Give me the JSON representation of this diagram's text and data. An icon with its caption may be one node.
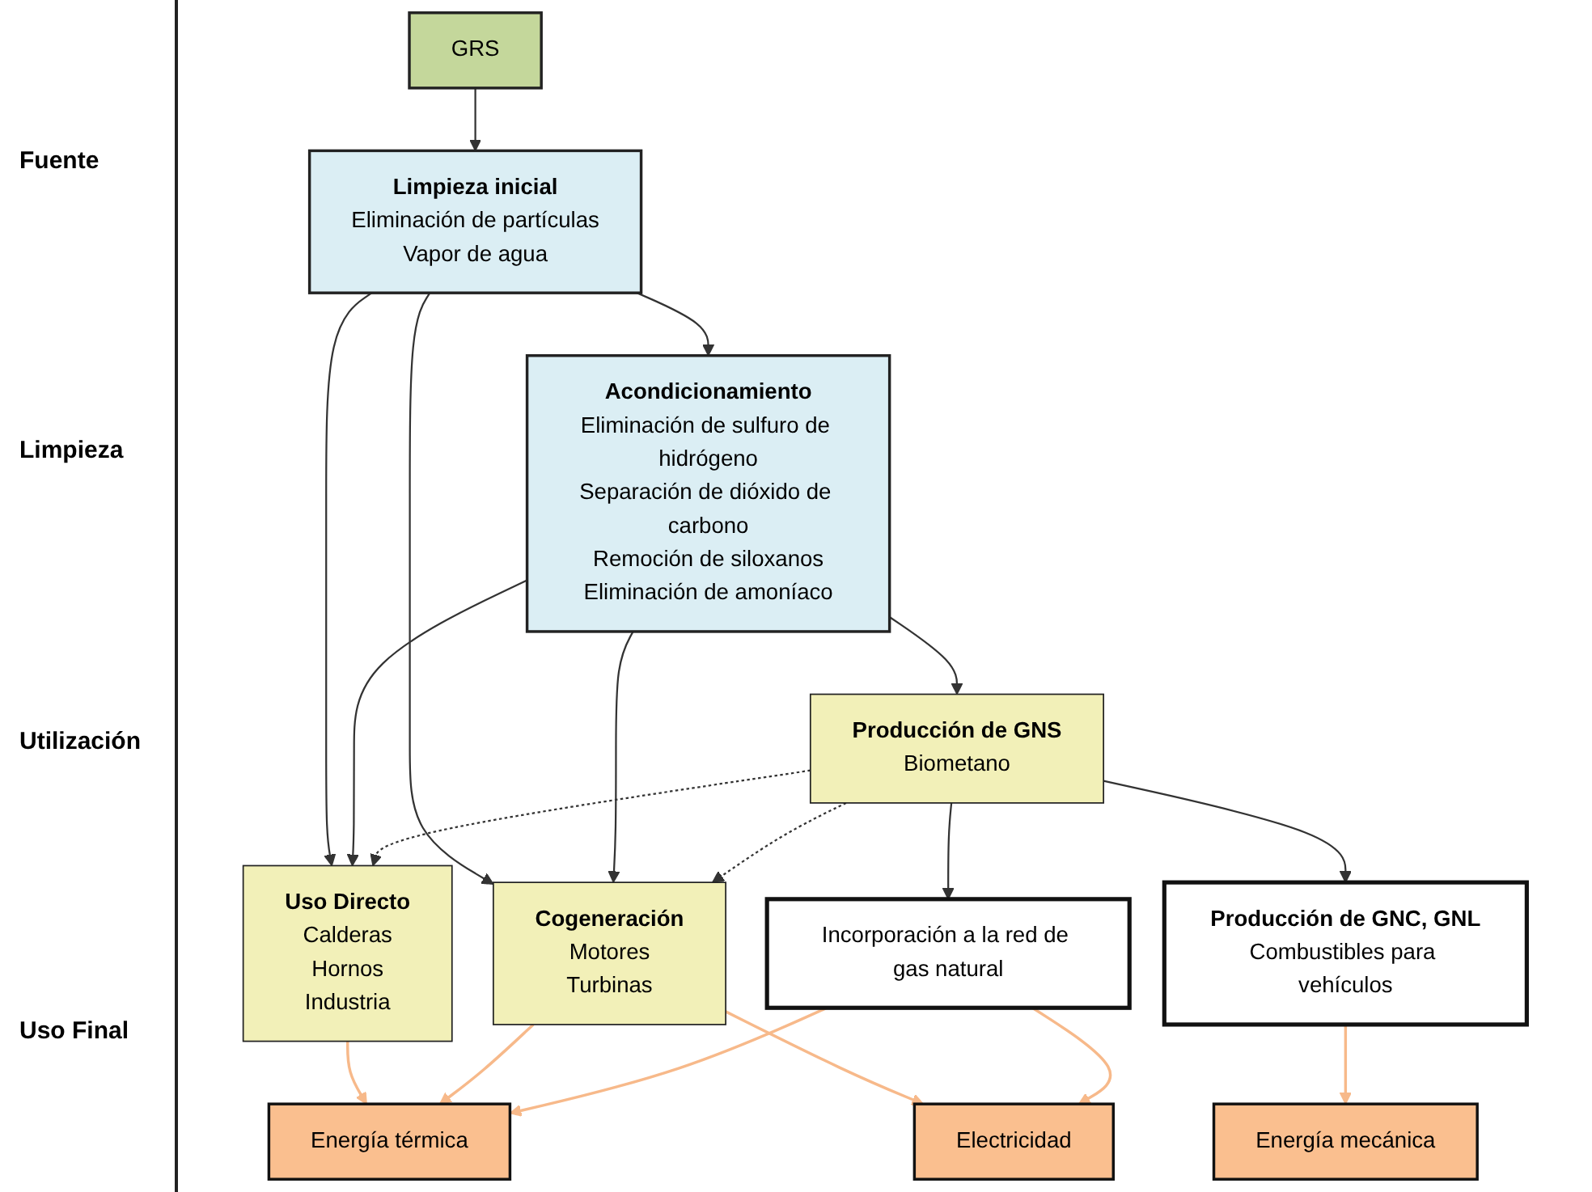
{
  "diagram": {
    "nodes": [
      {
        "text": [
          "GRS"
        ]
      },
      {
        "text": [
          "Limpieza inicial",
          "Eliminación de partículas",
          "Vapor de agua"
        ]
      },
      {
        "text": [
          "Acondicionamiento",
          "Eliminación de sulfuro de hidrógeno",
          "Separación de dióxido de carbono",
          "Remoción de siloxanos",
          "Eliminación de amoníaco"
        ]
      },
      {
        "text": [
          "Uso Directo",
          "Calderas",
          "Hornos",
          "Industria"
        ]
      },
      {
        "text": [
          "Cogeneración",
          "Motores",
          "Turbinas"
        ]
      },
      {
        "text": [
          "Producción de GNS",
          "Biometano"
        ]
      },
      {
        "text": [
          "Incorporación a la red de gas natural"
        ]
      },
      {
        "text": [
          "Producción de GNC, GNL",
          "Combustibles para vehículos"
        ]
      },
      {
        "text": [
          "Energía térmica"
        ]
      },
      {
        "text": [
          "Electricidad"
        ]
      },
      {
        "text": [
          "Energía mecánica"
        ]
      }
    ],
    "edges": [
      {
        "from": 0,
        "to": 1,
        "arrow": "to"
      },
      {
        "from": 1,
        "to": 2,
        "arrow": "to"
      },
      {
        "from": 1,
        "to": 3,
        "arrow": "to"
      },
      {
        "from": 1,
        "to": 4,
        "arrow": "to"
      },
      {
        "from": 2,
        "to": 3,
        "arrow": "to"
      },
      {
        "from": 2,
        "to": 4,
        "arrow": "to"
      },
      {
        "from": 2,
        "to": 5,
        "arrow": "to"
      },
      {
        "from": 5,
        "to": 4,
        "arrow": "to",
        "style": "dashed"
      },
      {
        "from": 5,
        "to": 3,
        "arrow": "to",
        "style": "dashed"
      },
      {
        "from": 5,
        "to": 6,
        "arrow": "to"
      },
      {
        "from": 5,
        "to": 7,
        "arrow": "to"
      },
      {
        "from": 3,
        "to": 8,
        "arrow": "to",
        "color": "#f7b98a"
      },
      {
        "from": 4,
        "to": 8,
        "arrow": "to",
        "color": "#f7b98a"
      },
      {
        "from": 4,
        "to": 9,
        "arrow": "to",
        "color": "#f7b98a"
      },
      {
        "from": 6,
        "to": 9,
        "arrow": "to",
        "color": "#f7b98a"
      },
      {
        "from": 6,
        "to": 8,
        "arrow": "to",
        "color": "#f7b98a"
      },
      {
        "from": 7,
        "to": 10,
        "arrow": "to",
        "color": "#f7b98a"
      }
    ],
    "labels": [
      "Fuente",
      "Limpieza",
      "Utilización",
      "Uso Final"
    ]
  }
}
